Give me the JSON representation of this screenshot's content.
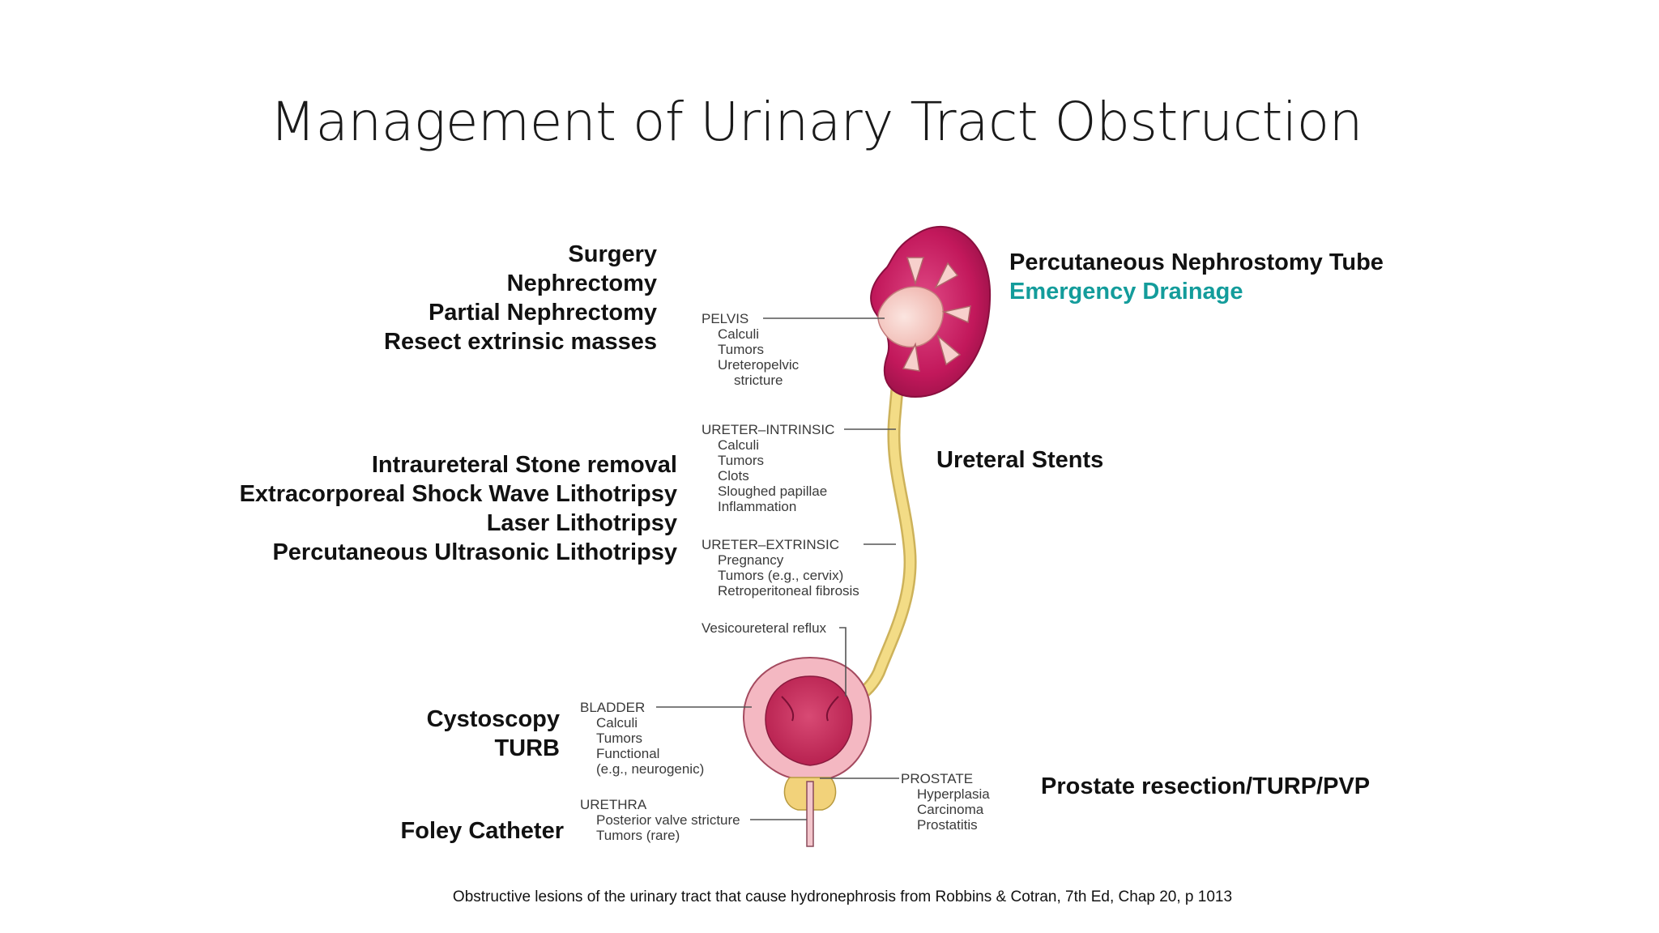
{
  "title": "Management of Urinary Tract Obstruction",
  "treatments": {
    "surgery": [
      "Surgery",
      "Nephrectomy",
      "Partial Nephrectomy",
      "Resect extrinsic masses"
    ],
    "lithotripsy": [
      "Intraureteral Stone removal",
      "Extracorporeal Shock Wave Lithotripsy",
      "Laser Lithotripsy",
      "Percutaneous Ultrasonic Lithotripsy"
    ],
    "bladder": [
      "Cystoscopy",
      "TURB"
    ],
    "urethra": [
      "Foley Catheter"
    ],
    "nephrostomy": [
      "Percutaneous Nephrostomy Tube"
    ],
    "nephrostomy_note": "Emergency Drainage",
    "stents": [
      "Ureteral Stents"
    ],
    "prostate": [
      "Prostate resection/TURP/PVP"
    ]
  },
  "diagram_labels": {
    "pelvis": {
      "heading": "PELVIS",
      "items": [
        "Calculi",
        "Tumors",
        "Ureteropelvic",
        "stricture"
      ]
    },
    "ureter_intrinsic": {
      "heading": "URETER–INTRINSIC",
      "items": [
        "Calculi",
        "Tumors",
        "Clots",
        "Sloughed papillae",
        "Inflammation"
      ]
    },
    "ureter_extrinsic": {
      "heading": "URETER–EXTRINSIC",
      "items": [
        "Pregnancy",
        "Tumors (e.g., cervix)",
        "Retroperitoneal fibrosis"
      ]
    },
    "reflux": {
      "heading": "Vesicoureteral reflux"
    },
    "bladder": {
      "heading": "BLADDER",
      "items": [
        "Calculi",
        "Tumors",
        "Functional",
        "(e.g., neurogenic)"
      ]
    },
    "urethra": {
      "heading": "URETHRA",
      "items": [
        "Posterior valve stricture",
        "Tumors (rare)"
      ]
    },
    "prostate": {
      "heading": "PROSTATE",
      "items": [
        "Hyperplasia",
        "Carcinoma",
        "Prostatitis"
      ]
    }
  },
  "colors": {
    "teal_accent": "#139c9b",
    "kidney": "#c2185b",
    "ureter": "#f0d77a",
    "bladder_outer": "#f3b3bf",
    "bladder_inner": "#c92d59",
    "prostate": "#f2d27a"
  },
  "caption": "Obstructive lesions of the urinary tract that cause hydronephrosis from Robbins & Cotran, 7th Ed, Chap 20, p 1013"
}
